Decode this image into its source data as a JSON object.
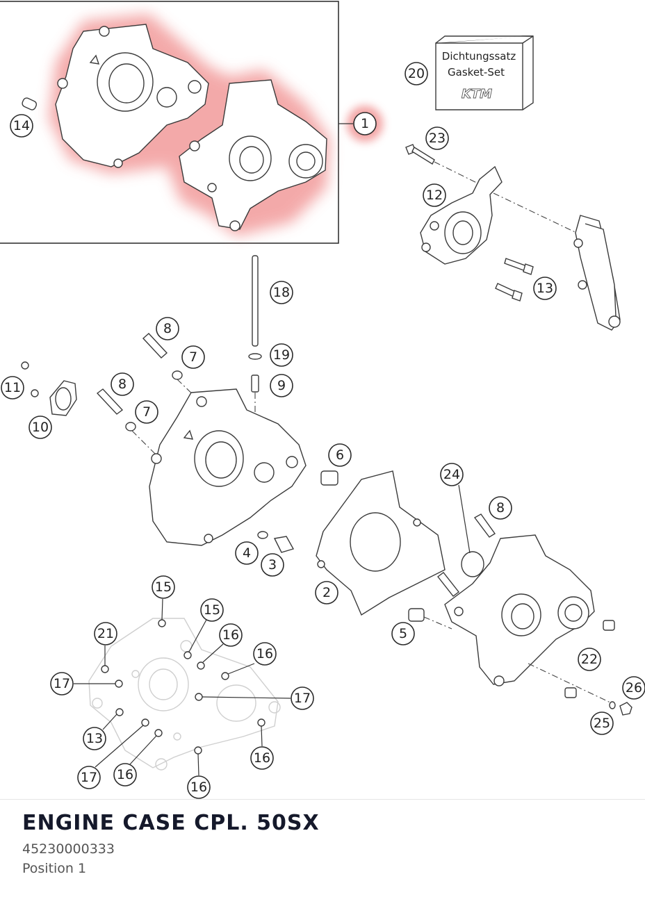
{
  "gasket_box": {
    "line1": "Dichtungssatz",
    "line2": "Gasket-Set",
    "brand": "KTM"
  },
  "callouts": {
    "c1": "1",
    "c2": "2",
    "c3": "3",
    "c4": "4",
    "c5": "5",
    "c6": "6",
    "c7a": "7",
    "c7b": "7",
    "c8a": "8",
    "c8b": "8",
    "c8c": "8",
    "c9": "9",
    "c10": "10",
    "c11": "11",
    "c12": "12",
    "c13a": "13",
    "c13b": "13",
    "c14": "14",
    "c15a": "15",
    "c15b": "15",
    "c16a": "16",
    "c16b": "16",
    "c16c": "16",
    "c16d": "16",
    "c16e": "16",
    "c17a": "17",
    "c17b": "17",
    "c17c": "17",
    "c18": "18",
    "c19": "19",
    "c20": "20",
    "c21": "21",
    "c22": "22",
    "c23": "23",
    "c24": "24",
    "c25": "25",
    "c26": "26"
  },
  "selected_part": {
    "title": "ENGINE CASE CPL. 50SX",
    "number": "45230000333",
    "position": "Position 1"
  },
  "colors": {
    "highlight": "#f29b9b",
    "title": "#15192b",
    "subtext": "#555555"
  }
}
